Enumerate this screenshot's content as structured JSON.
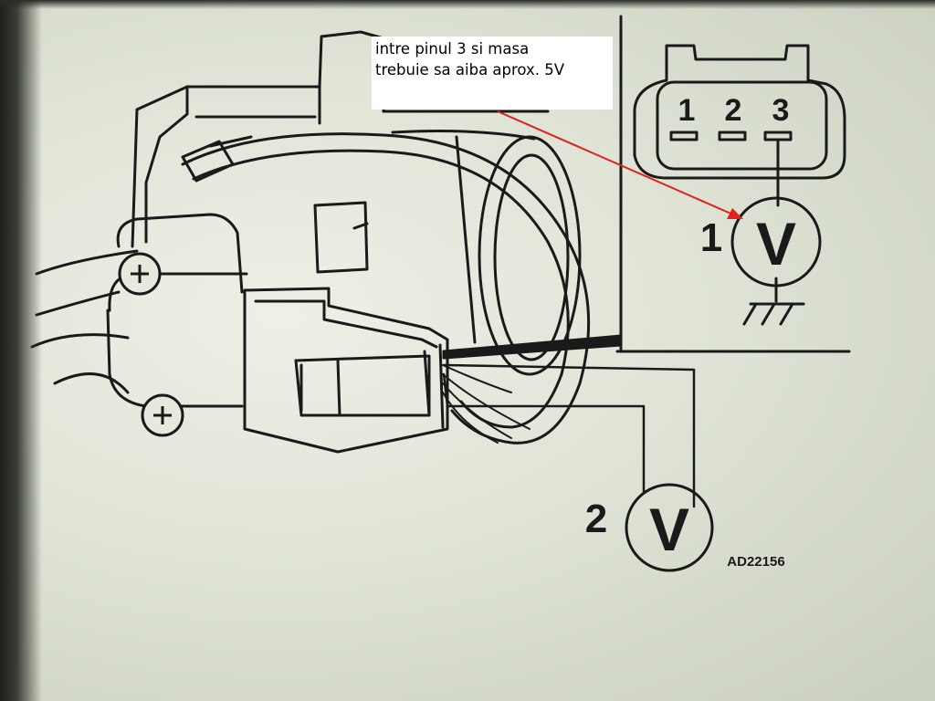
{
  "annotation": {
    "line1": "intre pinul 3 si masa",
    "line2": "trebuie sa aiba aprox. 5V"
  },
  "connector": {
    "pins": [
      "1",
      "2",
      "3"
    ]
  },
  "meters": [
    {
      "number": "1",
      "symbol": "V"
    },
    {
      "number": "2",
      "symbol": "V"
    }
  ],
  "figure_code": "AD22156",
  "colors": {
    "arrow": "#e0201a",
    "ink": "#1a1a1a",
    "background": "#dfe4d6"
  },
  "icons": [
    "ground-symbol-icon",
    "screw-head-icon",
    "voltmeter-icon"
  ]
}
